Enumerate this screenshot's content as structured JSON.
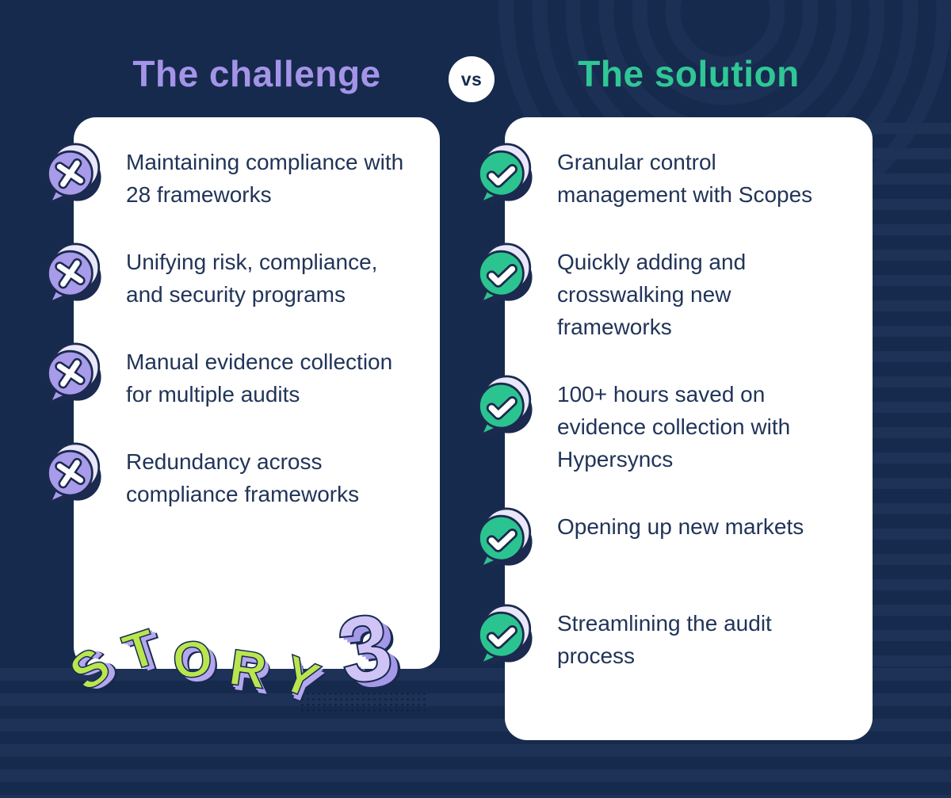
{
  "header": {
    "challenge_title": "The challenge",
    "vs_label": "vs",
    "solution_title": "The solution"
  },
  "challenge_card": {
    "items": [
      {
        "text": "Maintaining compliance with 28 frameworks"
      },
      {
        "text": "Unifying risk, compliance, and security programs"
      },
      {
        "text": "Manual evidence collection for multiple audits"
      },
      {
        "text": "Redundancy across compliance frameworks"
      }
    ]
  },
  "solution_card": {
    "items": [
      {
        "text": "Granular control management with Scopes"
      },
      {
        "text": "Quickly adding and crosswalking new frameworks"
      },
      {
        "text": "100+ hours saved on evidence collection with Hypersyncs"
      },
      {
        "text": "Opening up new markets"
      },
      {
        "text": "Streamlining the audit process"
      }
    ]
  },
  "story_badge": {
    "word": "STORY",
    "number": "3"
  },
  "colors": {
    "background": "#162a4d",
    "stripe": "#1e3257",
    "ring": "#1c3055",
    "challenge_accent": "#a494e8",
    "solution_accent": "#2fc796",
    "card": "#ffffff",
    "body_text": "#213459",
    "bubble_purple": "#a89bea",
    "bubble_green": "#2bc490",
    "bubble_rim": "#e9e7f9",
    "bubble_outline": "#1b2a4e",
    "story_green": "#b9e64e",
    "story_lavender": "#b4a7ee",
    "story_number_fill": "#cfc4f5"
  }
}
